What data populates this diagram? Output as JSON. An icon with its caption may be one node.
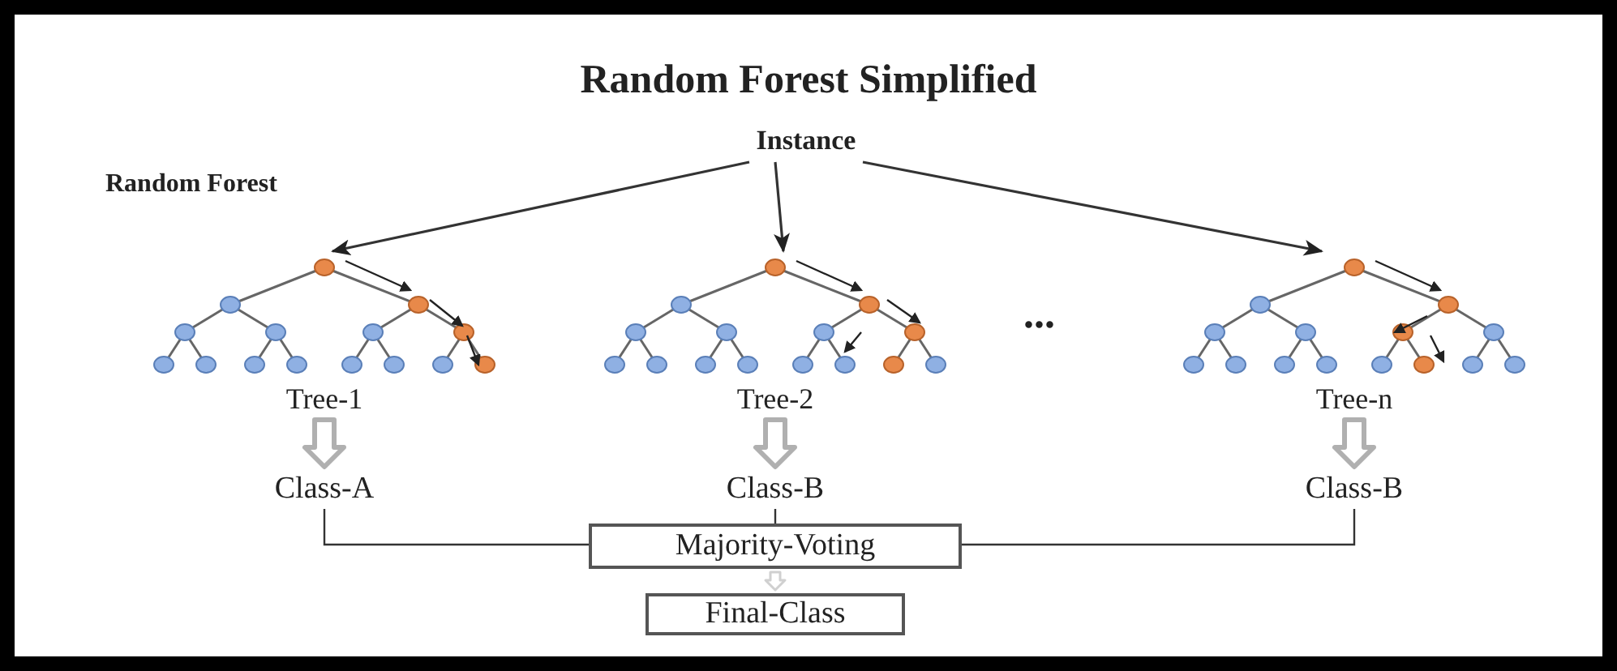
{
  "diagram": {
    "title": "Random Forest Simplified",
    "nodes": [
      {
        "text": [
          "Instance"
        ]
      },
      {
        "text": [
          "Tree-1"
        ]
      },
      {
        "text": [
          "Tree-2"
        ]
      },
      {
        "text": [
          "Tree-n"
        ]
      },
      {
        "text": [
          "Class-A"
        ]
      },
      {
        "text": [
          "Class-B"
        ]
      },
      {
        "text": [
          "Class-B"
        ]
      },
      {
        "text": [
          "Majority-Voting"
        ]
      },
      {
        "text": [
          "Final-Class"
        ]
      }
    ],
    "edges": [
      {
        "from": 0,
        "to": 1,
        "arrow": "to"
      },
      {
        "from": 0,
        "to": 2,
        "arrow": "to"
      },
      {
        "from": 0,
        "to": 3,
        "arrow": "to"
      },
      {
        "from": 1,
        "to": 4,
        "arrow": "to",
        "style": "thick",
        "color": "#b0b0b0"
      },
      {
        "from": 2,
        "to": 5,
        "arrow": "to",
        "style": "thick",
        "color": "#b0b0b0"
      },
      {
        "from": 3,
        "to": 6,
        "arrow": "to",
        "style": "thick",
        "color": "#b0b0b0"
      },
      {
        "from": 4,
        "to": 7,
        "arrow": "none"
      },
      {
        "from": 5,
        "to": 7,
        "arrow": "none"
      },
      {
        "from": 6,
        "to": 7,
        "arrow": "none"
      },
      {
        "from": 7,
        "to": 8,
        "arrow": "to",
        "style": "thick",
        "color": "#d0d0d0"
      }
    ],
    "labels": [
      "Random Forest",
      "..."
    ]
  }
}
